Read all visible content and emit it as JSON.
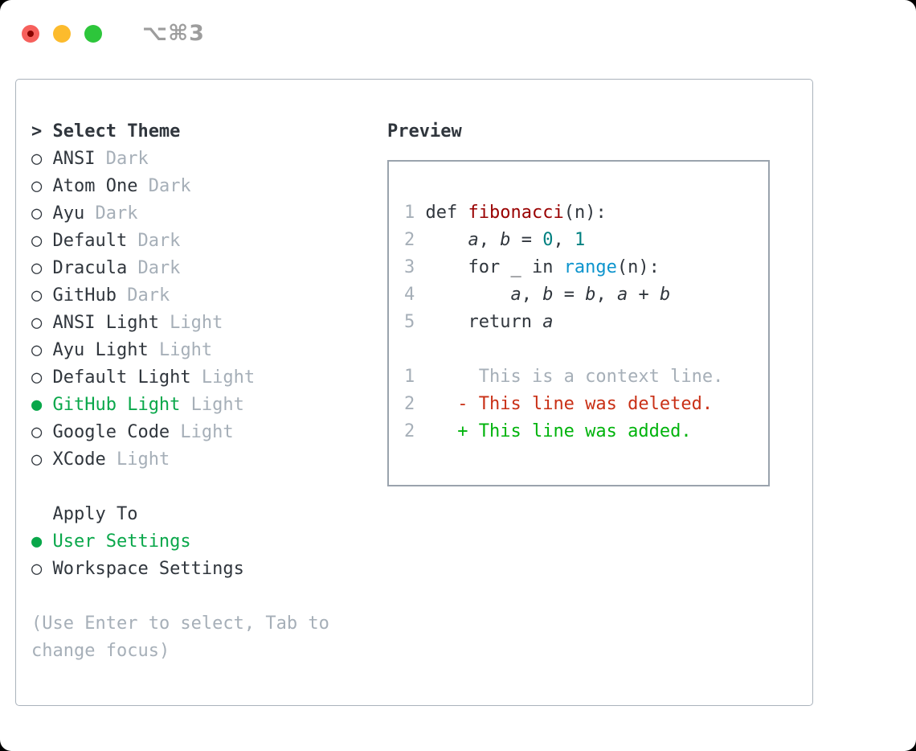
{
  "window": {
    "title": "⌥⌘3"
  },
  "traffic_lights": {
    "close_color": "#f6605c",
    "close_dot_color": "#870400",
    "minimize_color": "#fcbb2d",
    "zoom_color": "#2dc63b"
  },
  "icons": {
    "radio_unselected": "○",
    "radio_selected": "●",
    "focus_caret": ">"
  },
  "theme_panel": {
    "header_label": "Select Theme",
    "themes": [
      {
        "name": "ANSI",
        "variant": "Dark",
        "selected": false
      },
      {
        "name": "Atom One",
        "variant": "Dark",
        "selected": false
      },
      {
        "name": "Ayu",
        "variant": "Dark",
        "selected": false
      },
      {
        "name": "Default",
        "variant": "Dark",
        "selected": false
      },
      {
        "name": "Dracula",
        "variant": "Dark",
        "selected": false
      },
      {
        "name": "GitHub",
        "variant": "Dark",
        "selected": false
      },
      {
        "name": "ANSI Light",
        "variant": "Light",
        "selected": false
      },
      {
        "name": "Ayu Light",
        "variant": "Light",
        "selected": false
      },
      {
        "name": "Default Light",
        "variant": "Light",
        "selected": false
      },
      {
        "name": "GitHub Light",
        "variant": "Light",
        "selected": true
      },
      {
        "name": "Google Code",
        "variant": "Light",
        "selected": false
      },
      {
        "name": "XCode",
        "variant": "Light",
        "selected": false
      }
    ],
    "apply_to": {
      "label": "Apply To",
      "options": [
        {
          "name": "User Settings",
          "selected": true
        },
        {
          "name": "Workspace Settings",
          "selected": false
        }
      ]
    },
    "help_lines": [
      "(Use Enter to select, Tab to",
      "change focus)"
    ]
  },
  "preview": {
    "title": "Preview",
    "lines": [
      {
        "no": "1",
        "segs": [
          [
            " def ",
            "cfg"
          ],
          [
            "fibonacci",
            "cfn"
          ],
          [
            "(n):",
            "cfg"
          ]
        ]
      },
      {
        "no": "2",
        "segs": [
          [
            "     ",
            "cfg"
          ],
          [
            "a",
            "cit"
          ],
          [
            ", ",
            "cfg"
          ],
          [
            "b",
            "cit"
          ],
          [
            " = ",
            "cfg"
          ],
          [
            "0",
            "cnum"
          ],
          [
            ", ",
            "cfg"
          ],
          [
            "1",
            "cnum"
          ]
        ]
      },
      {
        "no": "3",
        "segs": [
          [
            "     for _ in ",
            "cfg"
          ],
          [
            "range",
            "cblue"
          ],
          [
            "(n):",
            "cfg"
          ]
        ]
      },
      {
        "no": "4",
        "segs": [
          [
            "         ",
            "cfg"
          ],
          [
            "a",
            "cit"
          ],
          [
            ", ",
            "cfg"
          ],
          [
            "b",
            "cit"
          ],
          [
            " = ",
            "cfg"
          ],
          [
            "b",
            "cit"
          ],
          [
            ", ",
            "cfg"
          ],
          [
            "a",
            "cit"
          ],
          [
            " + ",
            "cfg"
          ],
          [
            "b",
            "cit"
          ]
        ]
      },
      {
        "no": "5",
        "segs": [
          [
            "     return ",
            "cfg"
          ],
          [
            "a",
            "cit"
          ]
        ]
      },
      {
        "no": "",
        "segs": []
      },
      {
        "no": "1",
        "segs": [
          [
            "      This is a context line.",
            "cctx"
          ]
        ]
      },
      {
        "no": "2",
        "segs": [
          [
            "    ",
            "cfg"
          ],
          [
            "- This line was deleted.",
            "cdel"
          ]
        ]
      },
      {
        "no": "2",
        "segs": [
          [
            "    ",
            "cfg"
          ],
          [
            "+ This line was added.",
            "cadd"
          ]
        ]
      }
    ]
  },
  "colors": {
    "fg": "#30363d",
    "muted": "#a6afb8",
    "accent_green": "#09a74a",
    "added_green": "#00b30c",
    "deleted_red": "#c93016",
    "function_red": "#990000",
    "number_teal": "#008080",
    "builtin_blue": "#0d94cd",
    "panel_border": "#aab3bc",
    "preview_border": "#9aa3ad",
    "title_gray": "#9d9d9d"
  }
}
